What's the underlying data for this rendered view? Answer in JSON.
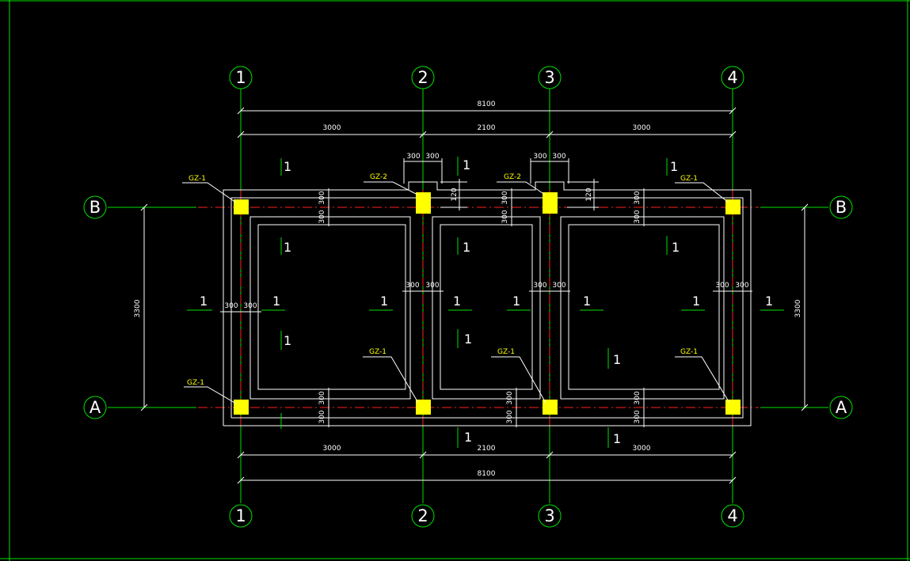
{
  "colors": {
    "background": "#000000",
    "grid": "#00e000",
    "wall": "#ffffff",
    "axis": "#ff2020",
    "column": "#ffff00",
    "column_label": "#ffff00",
    "text": "#ffffff"
  },
  "grid_labels": {
    "vertical": [
      "1",
      "2",
      "3",
      "4"
    ],
    "horizontal": [
      "B",
      "A"
    ]
  },
  "dimensions": {
    "overall": "8100",
    "bays": [
      "3000",
      "2100",
      "3000"
    ],
    "depth": "3300",
    "wall_thickness": "300",
    "step": "120"
  },
  "column_labels": {
    "gz1": "GZ-1",
    "gz2": "GZ-2"
  },
  "section_mark": "1"
}
